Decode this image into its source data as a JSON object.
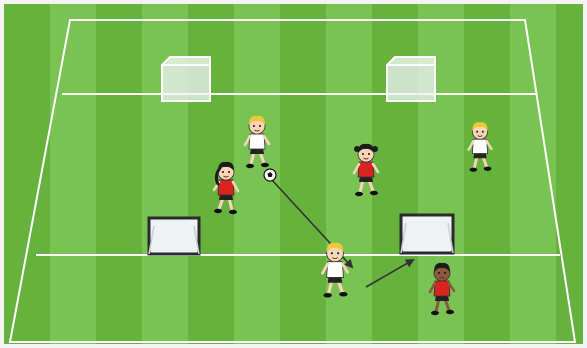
{
  "diagram": {
    "title": "",
    "colors": {
      "frame": "#f4f4f4",
      "grass_light": "#79c352",
      "grass_dark": "#65b23d",
      "lines": "#ffffff",
      "goal_net": "#e9eef0",
      "goal_frame_dark": "#2b2b2b",
      "team_white": "#ffffff",
      "team_red": "#d8231f",
      "hair_blond": "#f1c63a",
      "hair_black": "#1c1c1c",
      "skin_light": "#f6d5b8",
      "skin_dark": "#8a5a3c",
      "shorts_black": "#222222",
      "arrow": "#333333"
    },
    "goals": [
      {
        "name": "top-left",
        "style": "translucent"
      },
      {
        "name": "top-right",
        "style": "translucent"
      },
      {
        "name": "mid-left",
        "style": "solid"
      },
      {
        "name": "mid-right",
        "style": "solid"
      }
    ],
    "players": [
      {
        "id": "p1",
        "team": "white",
        "hair": "blond",
        "label": ""
      },
      {
        "id": "p2",
        "team": "red",
        "hair": "black",
        "label": ""
      },
      {
        "id": "p3",
        "team": "red",
        "hair": "black",
        "label": ""
      },
      {
        "id": "p4",
        "team": "white",
        "hair": "blond",
        "label": ""
      },
      {
        "id": "p5",
        "team": "white",
        "hair": "blond",
        "label": ""
      },
      {
        "id": "p6",
        "team": "red",
        "hair": "black",
        "label": ""
      }
    ],
    "ball": {
      "icon": "soccer-ball-icon"
    },
    "arrows": [
      {
        "name": "pass-arrow",
        "icon": "arrow-icon"
      },
      {
        "name": "run-arrow",
        "icon": "arrow-icon"
      }
    ]
  }
}
